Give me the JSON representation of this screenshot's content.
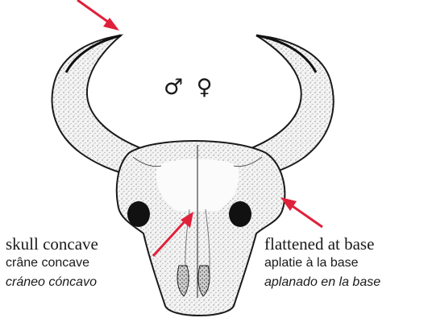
{
  "symbols": {
    "sex": "♂ ♀"
  },
  "labels": {
    "skull": {
      "en": "skull concave",
      "fr": "crâne concave",
      "es": "cráneo cóncavo"
    },
    "horn_base": {
      "en": "flattened at base",
      "fr": "aplatie à la base",
      "es": "aplanado en la base"
    }
  },
  "colors": {
    "arrow": "#e0203a",
    "ink": "#1a1a1a"
  }
}
